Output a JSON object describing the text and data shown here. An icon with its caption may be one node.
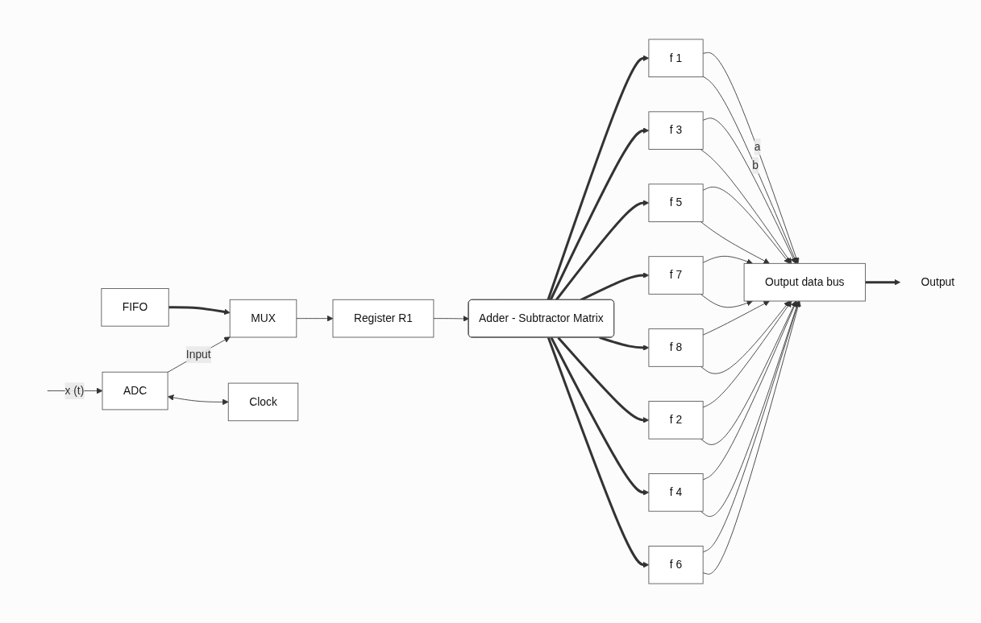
{
  "diagram": {
    "nodes": [
      {
        "text": [
          "FIFO"
        ]
      },
      {
        "text": [
          "MUX"
        ]
      },
      {
        "text": [
          "Register R1"
        ]
      },
      {
        "text": [
          "Adder - Subtractor Matrix"
        ]
      },
      {
        "text": [
          "Output data bus"
        ]
      },
      {
        "text": [
          "f 1"
        ]
      },
      {
        "text": [
          "f 3"
        ]
      },
      {
        "text": [
          "f 5"
        ]
      },
      {
        "text": [
          "f 7"
        ]
      },
      {
        "text": [
          "f 8"
        ]
      },
      {
        "text": [
          "f 2"
        ]
      },
      {
        "text": [
          "f 4"
        ]
      },
      {
        "text": [
          "f 6"
        ]
      },
      {
        "text": [
          "Output"
        ]
      },
      {
        "text": [
          "ADC"
        ]
      },
      {
        "text": [
          "Clock"
        ]
      }
    ],
    "edges": [
      {
        "from": 0,
        "to": 1,
        "arrow": "to",
        "style": "thick"
      },
      {
        "from": 1,
        "to": 2,
        "arrow": "to"
      },
      {
        "from": 2,
        "to": 3,
        "arrow": "to"
      },
      {
        "from": 14,
        "to": 1,
        "arrow": "to",
        "label": "Input"
      },
      {
        "from": null,
        "to": 14,
        "arrow": "to",
        "label": "x (t)"
      },
      {
        "from": 14,
        "to": 15,
        "arrow": "both"
      },
      {
        "from": 3,
        "to": 5,
        "arrow": "to",
        "style": "thick"
      },
      {
        "from": 3,
        "to": 6,
        "arrow": "to",
        "style": "thick"
      },
      {
        "from": 3,
        "to": 7,
        "arrow": "to",
        "style": "thick"
      },
      {
        "from": 3,
        "to": 8,
        "arrow": "to",
        "style": "thick"
      },
      {
        "from": 3,
        "to": 9,
        "arrow": "to",
        "style": "thick"
      },
      {
        "from": 3,
        "to": 10,
        "arrow": "to",
        "style": "thick"
      },
      {
        "from": 3,
        "to": 11,
        "arrow": "to",
        "style": "thick"
      },
      {
        "from": 3,
        "to": 12,
        "arrow": "to",
        "style": "thick"
      },
      {
        "from": 5,
        "to": 4,
        "arrow": "to",
        "label": "a"
      },
      {
        "from": 5,
        "to": 4,
        "arrow": "to",
        "label": "b"
      },
      {
        "from": 6,
        "to": 4,
        "arrow": "to"
      },
      {
        "from": 6,
        "to": 4,
        "arrow": "to"
      },
      {
        "from": 7,
        "to": 4,
        "arrow": "to"
      },
      {
        "from": 7,
        "to": 4,
        "arrow": "to"
      },
      {
        "from": 8,
        "to": 4,
        "arrow": "to"
      },
      {
        "from": 8,
        "to": 4,
        "arrow": "to"
      },
      {
        "from": 9,
        "to": 4,
        "arrow": "to"
      },
      {
        "from": 9,
        "to": 4,
        "arrow": "to"
      },
      {
        "from": 10,
        "to": 4,
        "arrow": "to"
      },
      {
        "from": 10,
        "to": 4,
        "arrow": "to"
      },
      {
        "from": 11,
        "to": 4,
        "arrow": "to"
      },
      {
        "from": 11,
        "to": 4,
        "arrow": "to"
      },
      {
        "from": 12,
        "to": 4,
        "arrow": "to"
      },
      {
        "from": 12,
        "to": 4,
        "arrow": "to"
      },
      {
        "from": 4,
        "to": 13,
        "arrow": "to",
        "style": "thick"
      }
    ]
  }
}
